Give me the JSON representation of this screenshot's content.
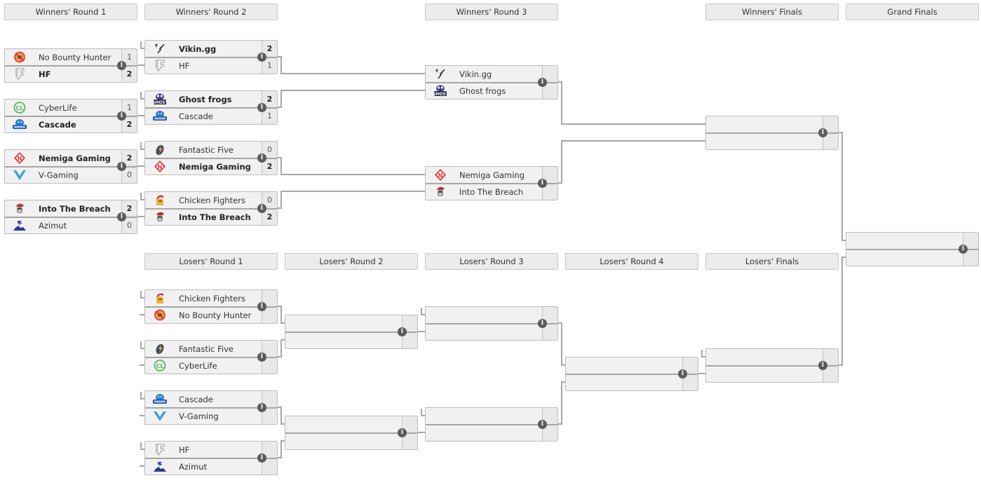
{
  "colors": {
    "header_bg": "#ececec",
    "match_bg": "#f1f1f1",
    "line": "#a6a6a6",
    "info_icon": "#5b5b5b"
  },
  "rounds": {
    "wr1": "Winners' Round 1",
    "wr2": "Winners' Round 2",
    "wr3": "Winners' Round 3",
    "wf": "Winners' Finals",
    "gf": "Grand Finals",
    "lr1": "Losers' Round 1",
    "lr2": "Losers' Round 2",
    "lr3": "Losers' Round 3",
    "lr4": "Losers' Round 4",
    "lf": "Losers' Finals"
  },
  "info_glyph": "i",
  "matches": {
    "wr1_m1": {
      "teams": [
        {
          "name": "No Bounty Hunter",
          "logo": "no-bounty-hunter-logo",
          "score": "1",
          "win": false
        },
        {
          "name": "HF",
          "logo": "hf-logo",
          "score": "2",
          "win": true
        }
      ]
    },
    "wr1_m2": {
      "teams": [
        {
          "name": "CyberLife",
          "logo": "cyberlife-logo",
          "score": "1",
          "win": false
        },
        {
          "name": "Cascade",
          "logo": "cascade-logo",
          "score": "2",
          "win": true
        }
      ]
    },
    "wr1_m3": {
      "teams": [
        {
          "name": "Nemiga Gaming",
          "logo": "nemiga-logo",
          "score": "2",
          "win": true
        },
        {
          "name": "V-Gaming",
          "logo": "v-gaming-logo",
          "score": "0",
          "win": false
        }
      ]
    },
    "wr1_m4": {
      "teams": [
        {
          "name": "Into The Breach",
          "logo": "into-the-breach-logo",
          "score": "2",
          "win": true
        },
        {
          "name": "Azimut",
          "logo": "azimut-logo",
          "score": "0",
          "win": false
        }
      ]
    },
    "wr2_m1": {
      "teams": [
        {
          "name": "Vikin.gg",
          "logo": "vikin-logo",
          "score": "2",
          "win": true
        },
        {
          "name": "HF",
          "logo": "hf-logo",
          "score": "1",
          "win": false
        }
      ]
    },
    "wr2_m2": {
      "teams": [
        {
          "name": "Ghost frogs",
          "logo": "ghost-frogs-logo",
          "score": "2",
          "win": true
        },
        {
          "name": "Cascade",
          "logo": "cascade-logo",
          "score": "1",
          "win": false
        }
      ]
    },
    "wr2_m3": {
      "teams": [
        {
          "name": "Fantastic Five",
          "logo": "fantastic-five-logo",
          "score": "0",
          "win": false
        },
        {
          "name": "Nemiga Gaming",
          "logo": "nemiga-logo",
          "score": "2",
          "win": true
        }
      ]
    },
    "wr2_m4": {
      "teams": [
        {
          "name": "Chicken Fighters",
          "logo": "chicken-fighters-logo",
          "score": "0",
          "win": false
        },
        {
          "name": "Into The Breach",
          "logo": "into-the-breach-logo",
          "score": "2",
          "win": true
        }
      ]
    },
    "wr3_m1": {
      "teams": [
        {
          "name": "Vikin.gg",
          "logo": "vikin-logo",
          "score": "",
          "win": false
        },
        {
          "name": "Ghost frogs",
          "logo": "ghost-frogs-logo",
          "score": "",
          "win": false
        }
      ]
    },
    "wr3_m2": {
      "teams": [
        {
          "name": "Nemiga Gaming",
          "logo": "nemiga-logo",
          "score": "",
          "win": false
        },
        {
          "name": "Into The Breach",
          "logo": "into-the-breach-logo",
          "score": "",
          "win": false
        }
      ]
    },
    "wf_m1": {
      "teams": [
        {
          "name": "",
          "logo": "",
          "score": "",
          "win": false
        },
        {
          "name": "",
          "logo": "",
          "score": "",
          "win": false
        }
      ]
    },
    "gf_m1": {
      "teams": [
        {
          "name": "",
          "logo": "",
          "score": "",
          "win": false
        },
        {
          "name": "",
          "logo": "",
          "score": "",
          "win": false
        }
      ]
    },
    "lr1_m1": {
      "teams": [
        {
          "name": "Chicken Fighters",
          "logo": "chicken-fighters-logo",
          "score": "",
          "win": false
        },
        {
          "name": "No Bounty Hunter",
          "logo": "no-bounty-hunter-logo",
          "score": "",
          "win": false
        }
      ]
    },
    "lr1_m2": {
      "teams": [
        {
          "name": "Fantastic Five",
          "logo": "fantastic-five-logo",
          "score": "",
          "win": false
        },
        {
          "name": "CyberLife",
          "logo": "cyberlife-logo",
          "score": "",
          "win": false
        }
      ]
    },
    "lr1_m3": {
      "teams": [
        {
          "name": "Cascade",
          "logo": "cascade-logo",
          "score": "",
          "win": false
        },
        {
          "name": "V-Gaming",
          "logo": "v-gaming-logo",
          "score": "",
          "win": false
        }
      ]
    },
    "lr1_m4": {
      "teams": [
        {
          "name": "HF",
          "logo": "hf-logo",
          "score": "",
          "win": false
        },
        {
          "name": "Azimut",
          "logo": "azimut-logo",
          "score": "",
          "win": false
        }
      ]
    },
    "lr2_m1": {
      "teams": [
        {
          "name": "",
          "logo": "",
          "score": "",
          "win": false
        },
        {
          "name": "",
          "logo": "",
          "score": "",
          "win": false
        }
      ]
    },
    "lr2_m2": {
      "teams": [
        {
          "name": "",
          "logo": "",
          "score": "",
          "win": false
        },
        {
          "name": "",
          "logo": "",
          "score": "",
          "win": false
        }
      ]
    },
    "lr3_m1": {
      "teams": [
        {
          "name": "",
          "logo": "",
          "score": "",
          "win": false
        },
        {
          "name": "",
          "logo": "",
          "score": "",
          "win": false
        }
      ]
    },
    "lr3_m2": {
      "teams": [
        {
          "name": "",
          "logo": "",
          "score": "",
          "win": false
        },
        {
          "name": "",
          "logo": "",
          "score": "",
          "win": false
        }
      ]
    },
    "lr4_m1": {
      "teams": [
        {
          "name": "",
          "logo": "",
          "score": "",
          "win": false
        },
        {
          "name": "",
          "logo": "",
          "score": "",
          "win": false
        }
      ]
    },
    "lf_m1": {
      "teams": [
        {
          "name": "",
          "logo": "",
          "score": "",
          "win": false
        },
        {
          "name": "",
          "logo": "",
          "score": "",
          "win": false
        }
      ]
    }
  }
}
